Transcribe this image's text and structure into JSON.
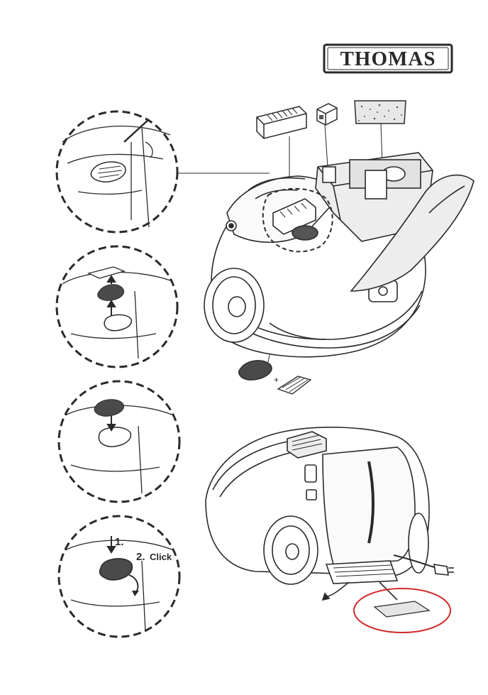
{
  "brand": {
    "name": "THOMAS"
  },
  "step_labels": {
    "step1": "1.",
    "step2": "2.",
    "click": "Click"
  },
  "symbols": {
    "plus": "+"
  },
  "colors": {
    "ink": "#2a2a2a",
    "highlight": "#d22a2a",
    "paper": "#ffffff",
    "tint": "#ededed"
  }
}
